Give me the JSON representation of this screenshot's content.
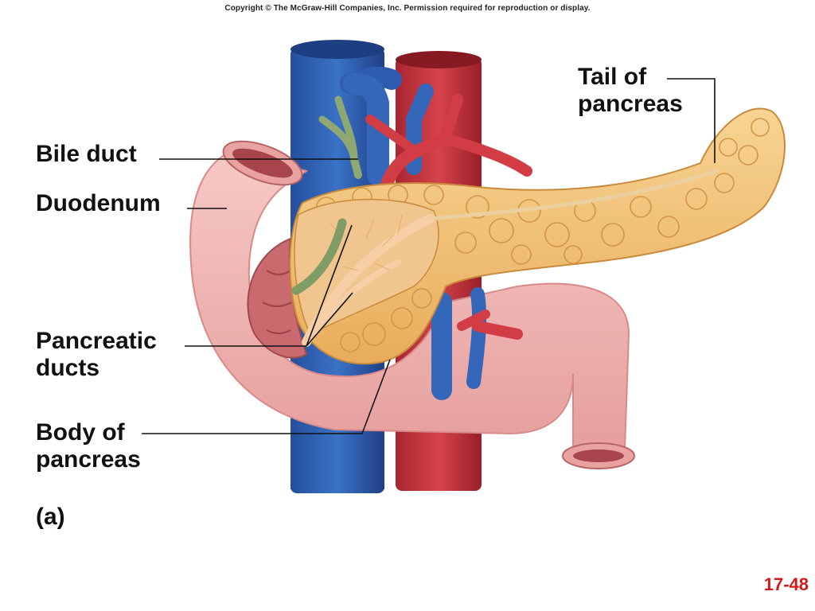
{
  "copyright": "Copyright © The McGraw-Hill Companies, Inc. Permission required for reproduction or display.",
  "labels": {
    "tail_line1": "Tail of",
    "tail_line2": "pancreas",
    "bile_duct": "Bile duct",
    "duodenum": "Duodenum",
    "pancreatic_line1": "Pancreatic",
    "pancreatic_line2": "ducts",
    "body_line1": "Body of",
    "body_line2": "pancreas",
    "panel": "(a)"
  },
  "page_number": "17-48",
  "colors": {
    "vein": "#2f5fb0",
    "artery": "#c8343c",
    "duodenum": "#f1b7b4",
    "duodenum_inner": "#c86a6e",
    "pancreas": "#f2c27a",
    "pancreas_lobule": "#e5a852",
    "bile_duct": "#8fa872",
    "page_number": "#d11a1a"
  }
}
